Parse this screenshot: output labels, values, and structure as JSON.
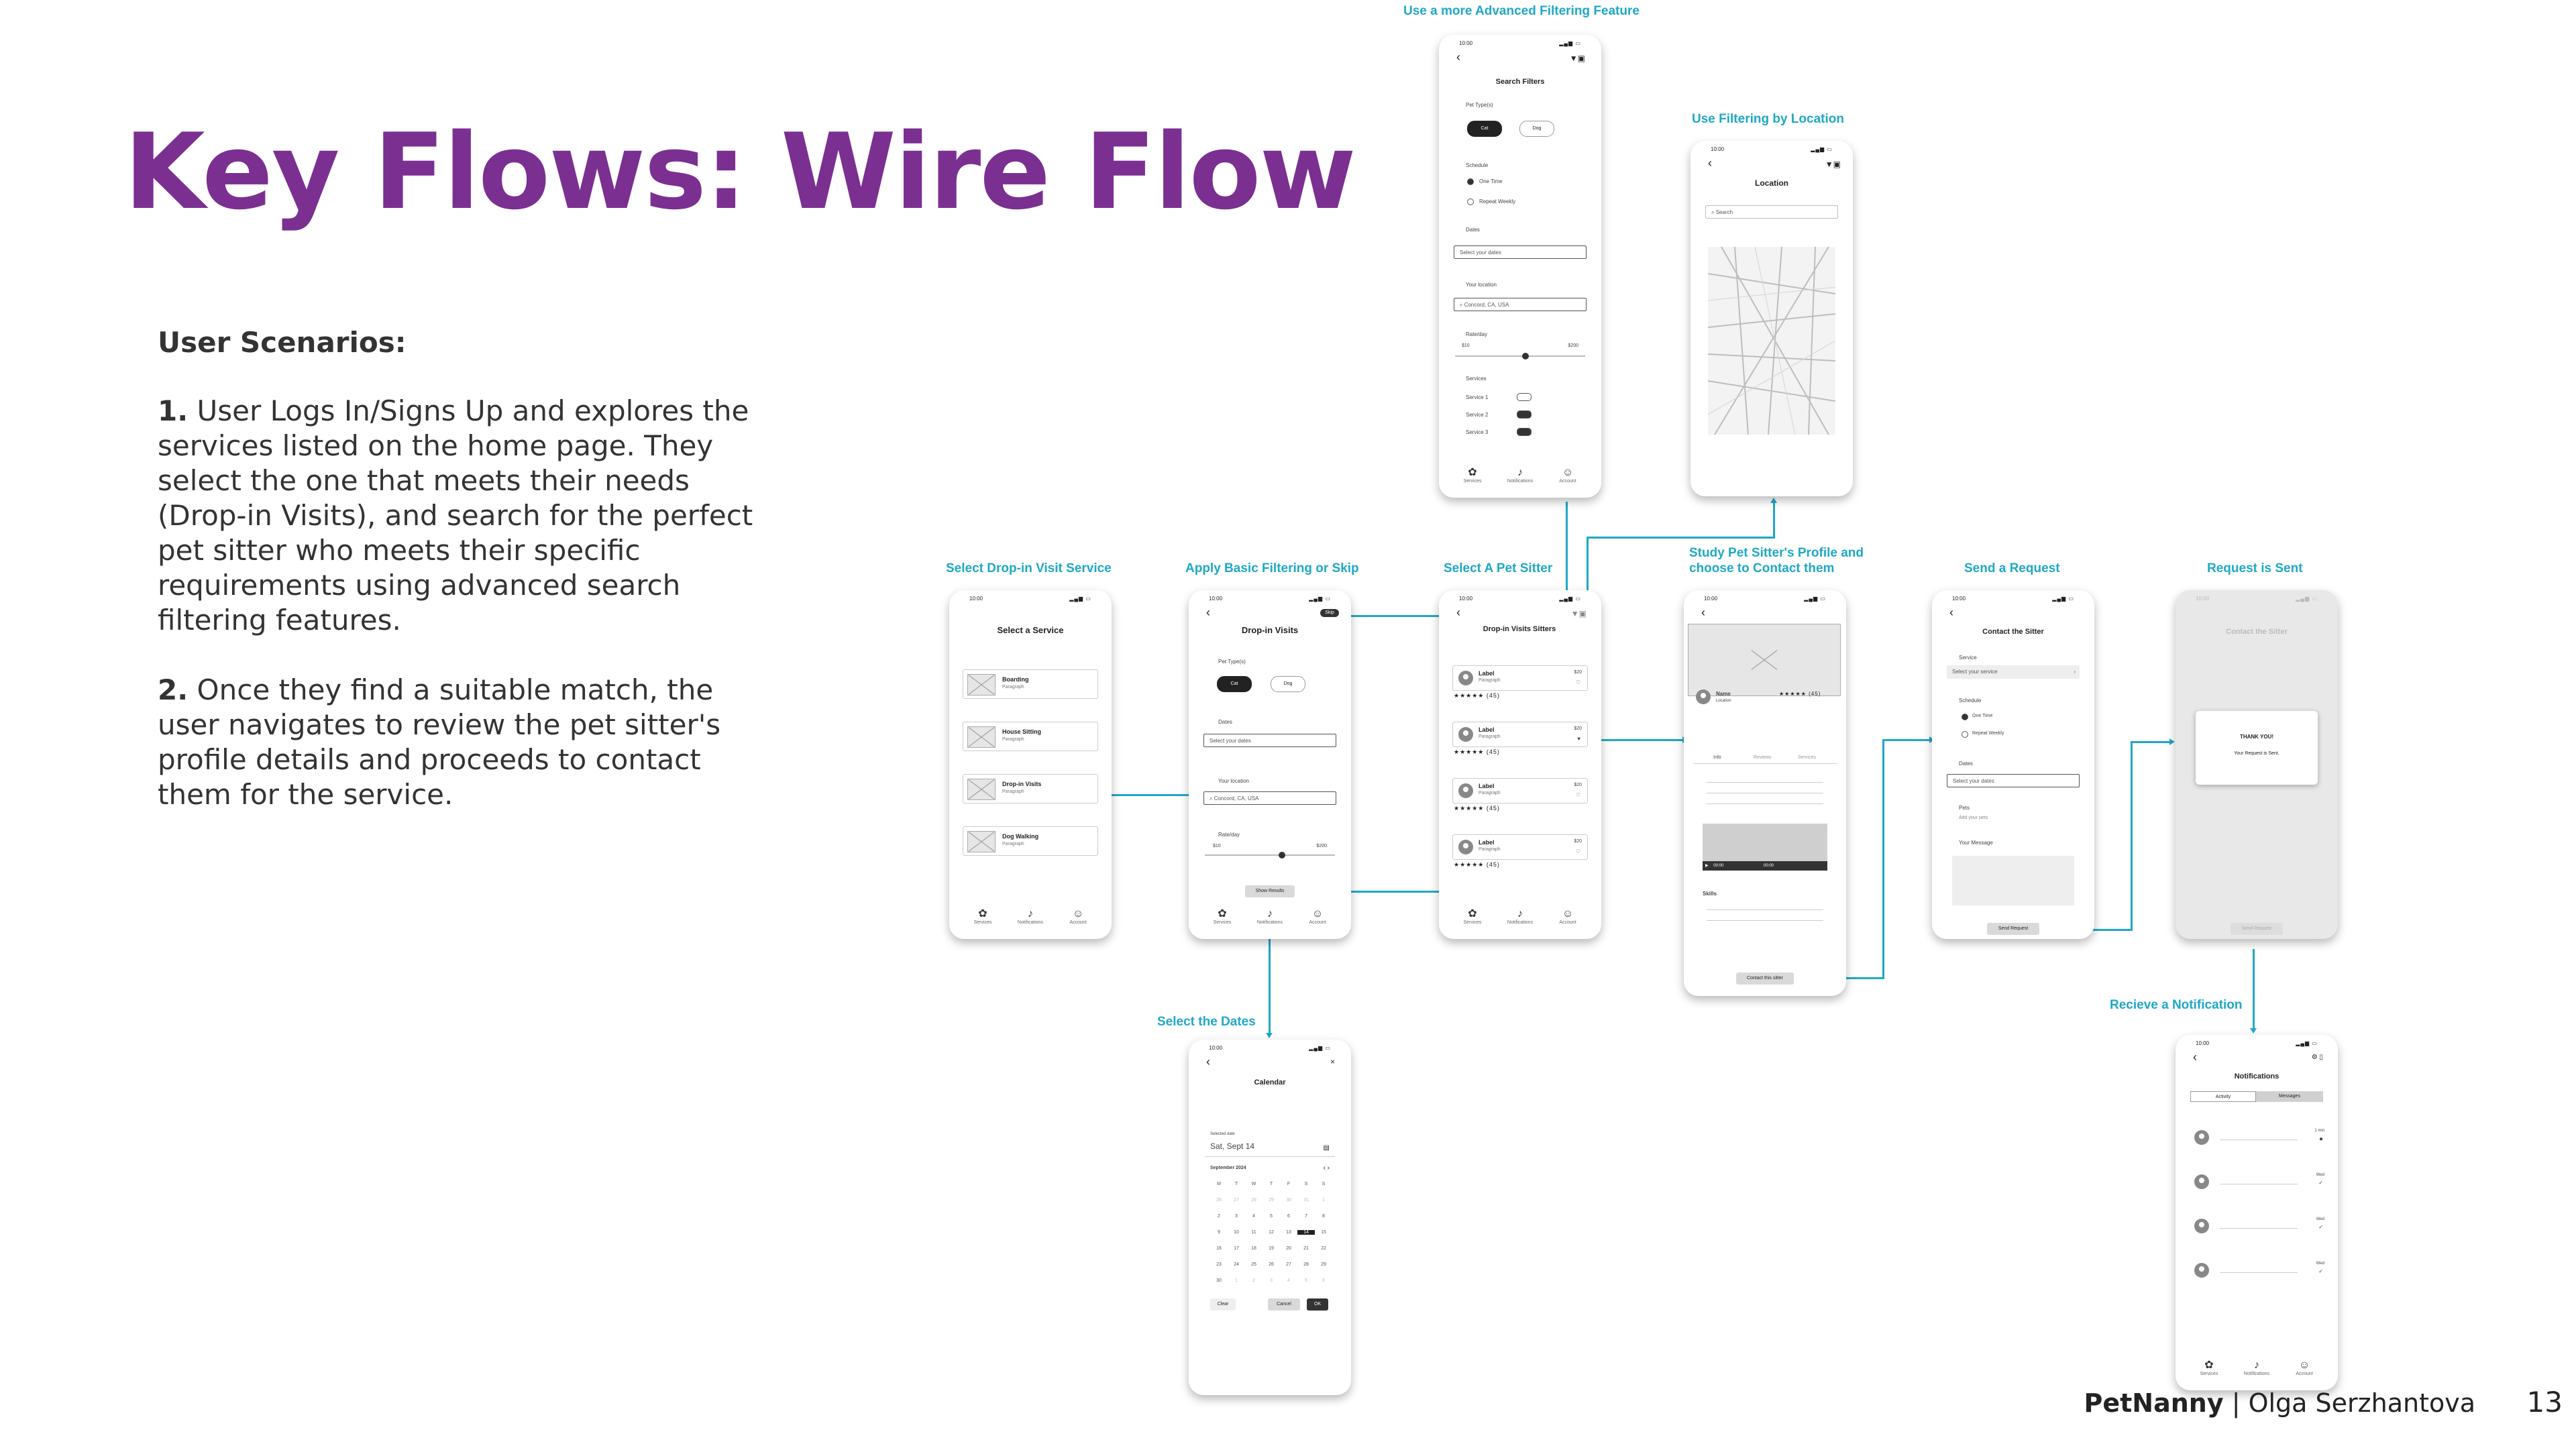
{
  "page": {
    "title": "Key Flows: Wire Flow",
    "scenarios_heading": "User Scenarios:",
    "scenario_1_num": "1.",
    "scenario_1_text": "User Logs In/Signs Up and explores the services listed on the home page. They select the one that meets their needs (Drop-in Visits), and search for the perfect pet sitter who meets their specific requirements using advanced search filtering features.",
    "scenario_2_num": "2.",
    "scenario_2_text": "Once they find a suitable match, the user navigates to review the pet sitter's profile details and proceeds to contact them for the service.",
    "footer_brand": "PetNanny",
    "footer_sep": " | ",
    "footer_author": "Olga Serzhantova",
    "page_number": "13",
    "accent_color": "#7b2f91",
    "connector_color": "#1fa8c6"
  },
  "flow_labels": {
    "advanced_filter": "Use a more Advanced Filtering Feature",
    "location": "Use Filtering by Location",
    "select_service": "Select Drop-in Visit Service",
    "basic_filter": "Apply Basic Filtering or Skip",
    "select_sitter": "Select A Pet Sitter",
    "study_profile": "Study Pet Sitter's Profile and choose to Contact them",
    "send_request": "Send a Request",
    "request_sent": "Request is Sent",
    "select_dates": "Select the Dates",
    "notification": "Recieve a Notification"
  },
  "common": {
    "time": "10:00",
    "time_b": "10:00",
    "signal": "▂▄▆ ▭",
    "tab_services": "Services",
    "tab_notifications": "Notifications",
    "tab_account": "Account",
    "paragraph": "Paragraph",
    "label": "Label",
    "price": "$20"
  },
  "screen_service": {
    "title": "Select a Service",
    "items": [
      {
        "label": "Boarding",
        "sub": "Paragraph"
      },
      {
        "label": "House Sitting",
        "sub": "Paragraph"
      },
      {
        "label": "Drop-in Visits",
        "sub": "Paragraph"
      },
      {
        "label": "Dog Walking",
        "sub": "Paragraph"
      }
    ]
  },
  "screen_basic": {
    "title": "Drop-in Visits",
    "skip": "Skip",
    "pet_types": "Pet Type(s)",
    "cat": "Cat",
    "dog": "Dog",
    "dates": "Dates",
    "dates_value": "Select your dates",
    "location": "Your location",
    "location_value": "Concord, CA, USA",
    "rate": "Rate/day",
    "rate_min": "$10",
    "rate_max": "$200",
    "show_results": "Show Results"
  },
  "screen_filters": {
    "title": "Search Filters",
    "pet_types": "Pet Type(s)",
    "cat": "Cat",
    "dog": "Dog",
    "schedule": "Schedule",
    "one_time": "One Time",
    "repeat": "Repeat Weekly",
    "dates": "Dates",
    "dates_value": "Select your dates",
    "location": "Your location",
    "location_value": "Concord, CA, USA",
    "rate": "Rate/day",
    "rate_min": "$10",
    "rate_max": "$200",
    "services": "Services",
    "service_1": "Service 1",
    "service_2": "Service 2",
    "service_3": "Service 3"
  },
  "screen_location": {
    "title": "Location",
    "search": "Search"
  },
  "screen_sitters": {
    "title": "Drop-in Visits Sitters",
    "rows": [
      {
        "label": "Label",
        "sub": "Paragraph",
        "price": "$20",
        "rating": "★★★★★ (45)"
      },
      {
        "label": "Label",
        "sub": "Paragraph",
        "price": "$20",
        "rating": "★★★★★ (45)"
      },
      {
        "label": "Label",
        "sub": "Paragraph",
        "price": "$20",
        "rating": "★★★★★ (45)"
      },
      {
        "label": "Label",
        "sub": "Paragraph",
        "price": "$20",
        "rating": "★★★★★ (45)"
      }
    ]
  },
  "screen_profile": {
    "name": "Name",
    "location": "Location",
    "rating": "★★★★★ (45)",
    "tab_info": "Info",
    "tab_reviews": "Reviews",
    "tab_services": "Services",
    "video_time_a": "00:00",
    "video_time_b": "00:00",
    "skills": "Skills",
    "contact": "Contact this sitter"
  },
  "screen_request": {
    "title": "Contact the Sitter",
    "service": "Service",
    "service_value": "Select your service",
    "schedule": "Schedule",
    "one_time": "One Time",
    "repeat": "Repeat Weekly",
    "dates": "Dates",
    "dates_value": "Select your dates",
    "pets": "Pets",
    "pets_value": "Add your pets",
    "message": "Your Message",
    "send": "Send Request"
  },
  "screen_sent": {
    "title": "Contact the Sitter",
    "modal_title": "THANK YOU!",
    "modal_text": "Your Request is Sent.",
    "send": "Send Request"
  },
  "screen_calendar": {
    "title": "Calendar",
    "selected_label": "Selected date",
    "selected_value": "Sat, Sept 14",
    "month": "September 2024",
    "weekdays": [
      "M",
      "T",
      "W",
      "T",
      "F",
      "S",
      "S"
    ],
    "weeks": [
      [
        "26",
        "27",
        "28",
        "29",
        "30",
        "31",
        "1"
      ],
      [
        "2",
        "3",
        "4",
        "5",
        "6",
        "7",
        "8"
      ],
      [
        "9",
        "10",
        "11",
        "12",
        "13",
        "14",
        "15"
      ],
      [
        "16",
        "17",
        "18",
        "19",
        "20",
        "21",
        "22"
      ],
      [
        "23",
        "24",
        "25",
        "26",
        "27",
        "28",
        "29"
      ],
      [
        "30",
        "1",
        "2",
        "3",
        "4",
        "5",
        "6"
      ]
    ],
    "clear": "Clear",
    "cancel": "Cancel",
    "ok": "OK"
  },
  "screen_notifications": {
    "title": "Notifications",
    "tab_activity": "Activity",
    "tab_messages": "Messages",
    "items": [
      {
        "meta": "1 min"
      },
      {
        "meta": "Wed"
      },
      {
        "meta": "Wed"
      },
      {
        "meta": "Wed"
      }
    ]
  }
}
